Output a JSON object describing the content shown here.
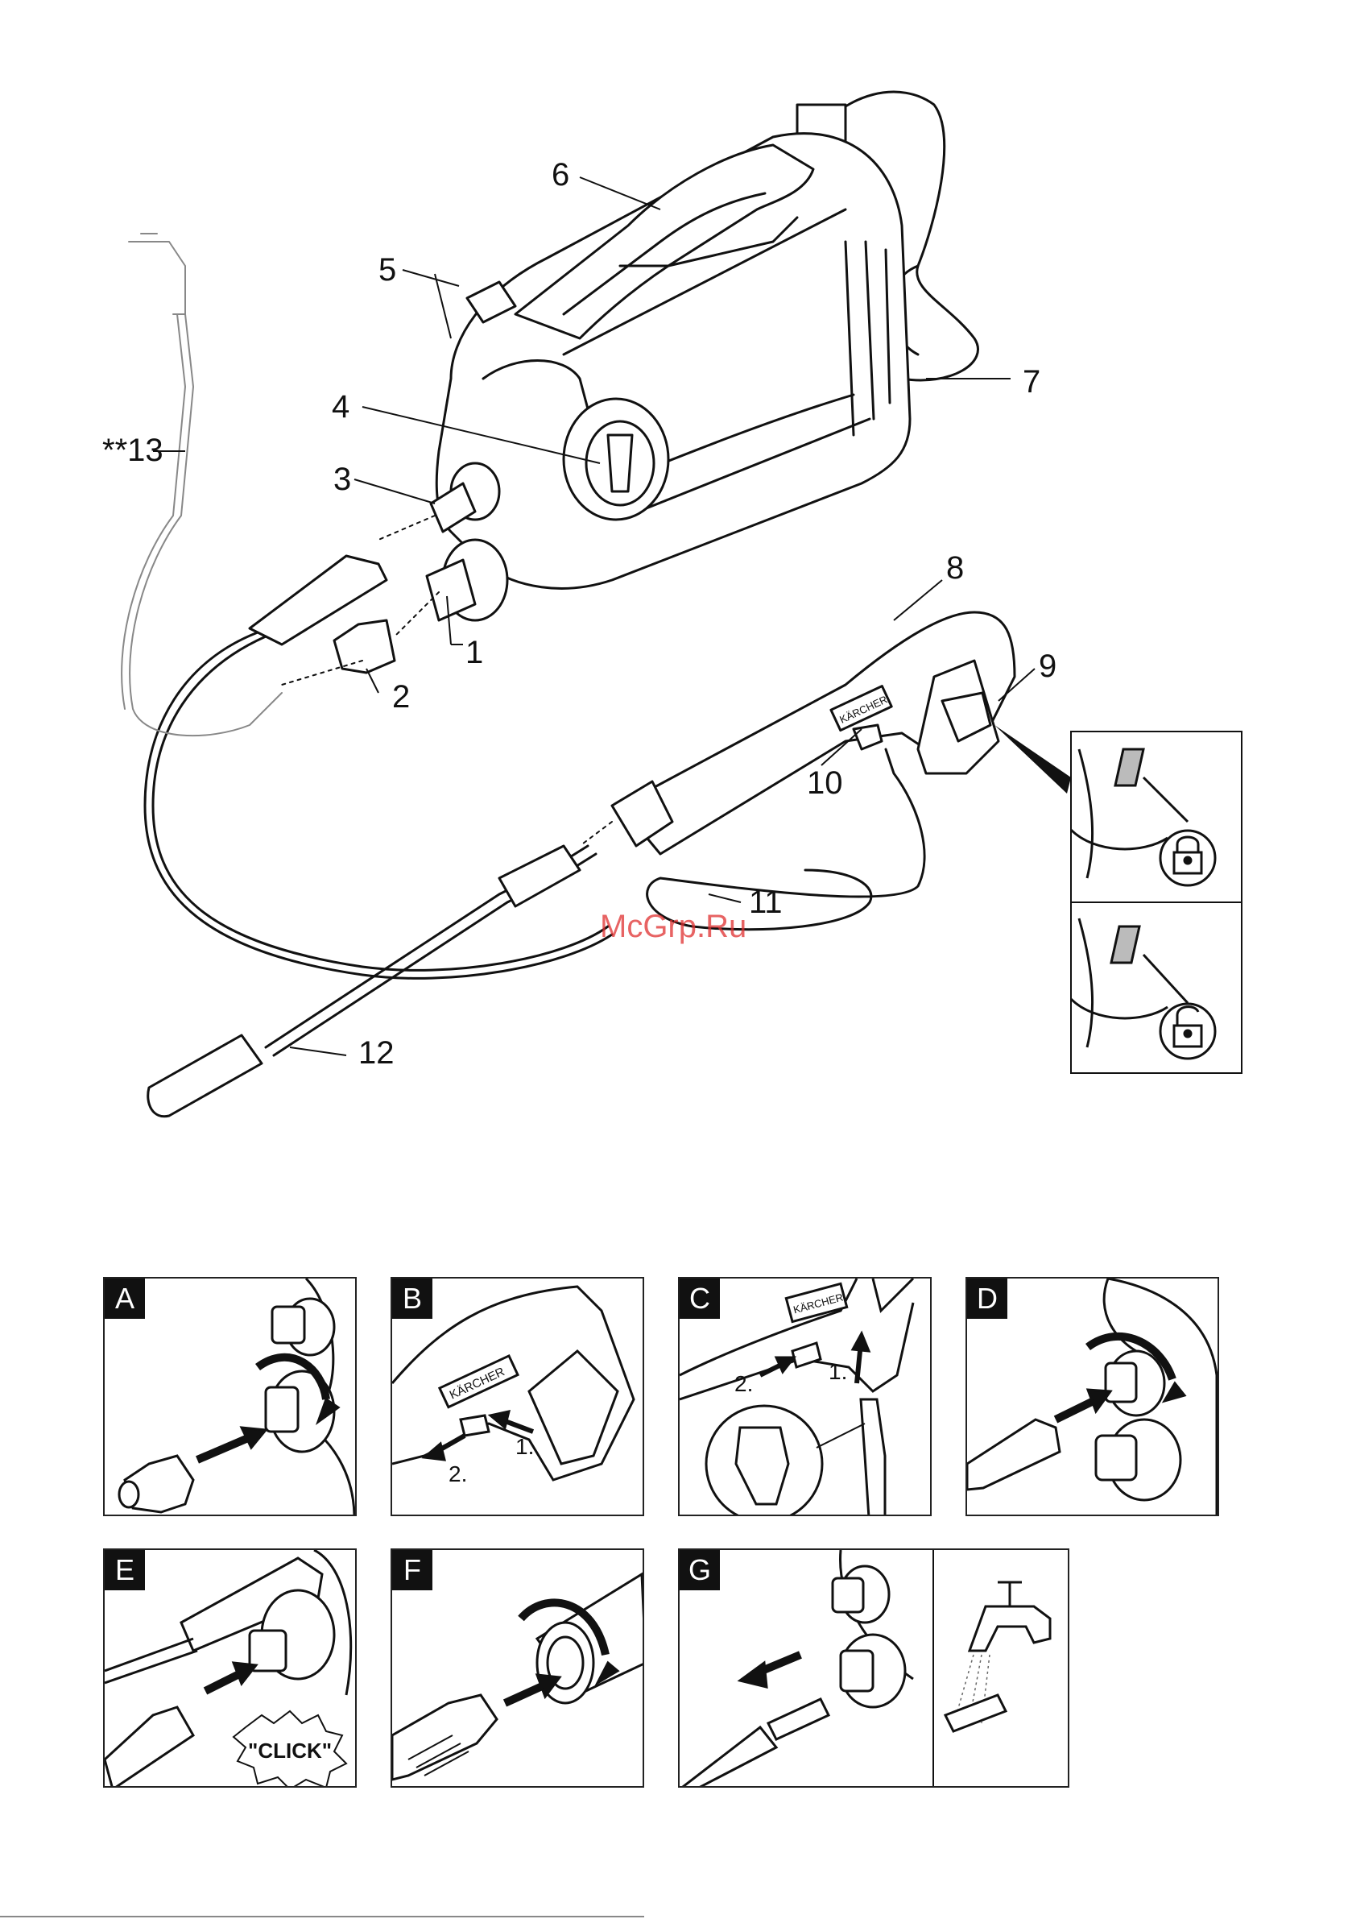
{
  "callouts": {
    "c1": "1",
    "c2": "2",
    "c3": "3",
    "c4": "4",
    "c5": "5",
    "c6": "6",
    "c7": "7",
    "c8": "8",
    "c9": "9",
    "c10": "10",
    "c11": "11",
    "c12": "12",
    "c13": "**13"
  },
  "brand": "KÄRCHER",
  "watermark": "McGrp.Ru",
  "panels": {
    "A": {
      "letter": "A"
    },
    "B": {
      "letter": "B",
      "step1": "1.",
      "step2": "2."
    },
    "C": {
      "letter": "C",
      "step1": "1.",
      "step2": "2."
    },
    "D": {
      "letter": "D"
    },
    "E": {
      "letter": "E",
      "click": "\"CLICK\""
    },
    "F": {
      "letter": "F"
    },
    "G": {
      "letter": "G"
    }
  },
  "icons": [
    "lock-closed-icon",
    "lock-open-icon",
    "rotate-arrow-icon",
    "push-arrow-icon"
  ],
  "colors": {
    "line": "#111111",
    "fill": "#ffffff",
    "shade": "#cccccc",
    "watermark": "#e03030"
  }
}
